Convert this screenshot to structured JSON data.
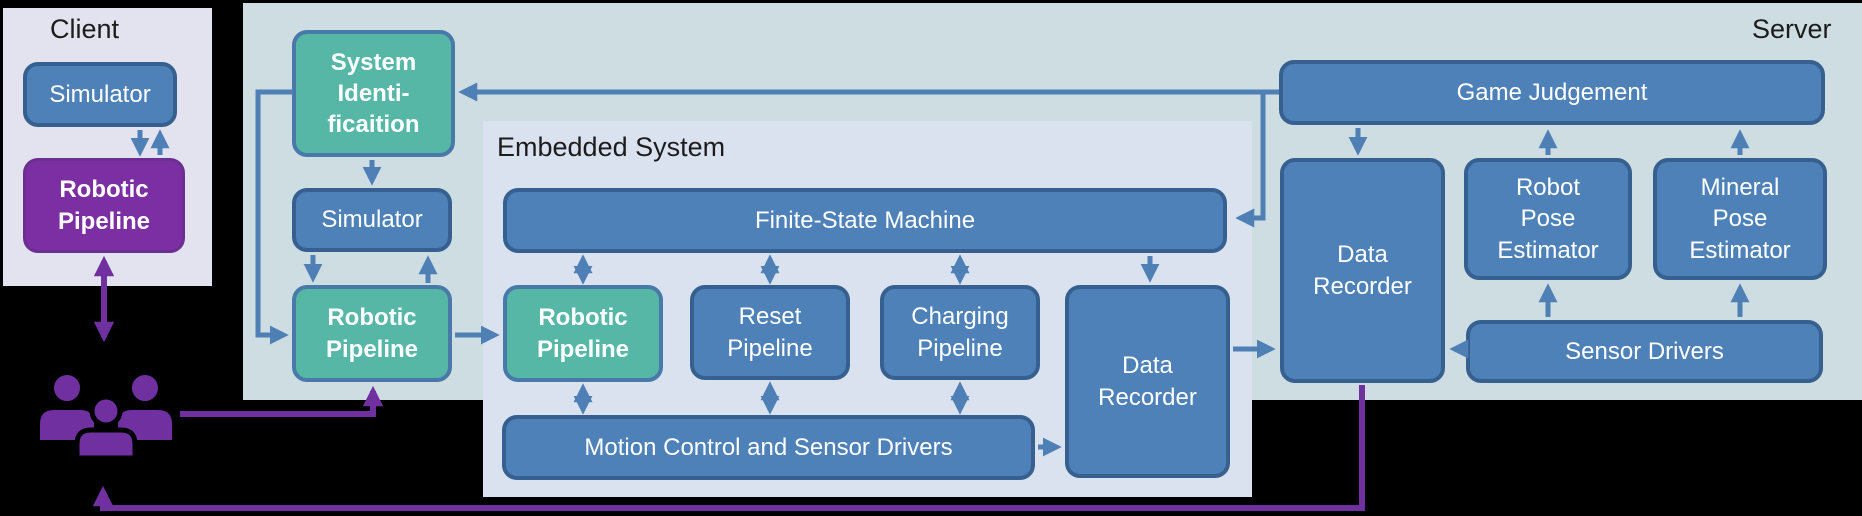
{
  "regions": {
    "client": {
      "label": "Client"
    },
    "server": {
      "label": "Server"
    },
    "embedded": {
      "label": "Embedded System"
    }
  },
  "nodes": {
    "client_simulator": {
      "label": "Simulator",
      "style": "blue"
    },
    "client_robotic_pipeline": {
      "label": "Robotic\nPipeline",
      "style": "purple"
    },
    "system_identification": {
      "label": "System\nIdenti-\nficaition",
      "style": "teal"
    },
    "server_simulator": {
      "label": "Simulator",
      "style": "blue"
    },
    "server_robotic_pipeline": {
      "label": "Robotic\nPipeline",
      "style": "teal"
    },
    "finite_state_machine": {
      "label": "Finite-State Machine",
      "style": "blue"
    },
    "embedded_robotic_pipeline": {
      "label": "Robotic\nPipeline",
      "style": "teal"
    },
    "reset_pipeline": {
      "label": "Reset\nPipeline",
      "style": "blue"
    },
    "charging_pipeline": {
      "label": "Charging\nPipeline",
      "style": "blue"
    },
    "motion_control": {
      "label": "Motion Control and Sensor Drivers",
      "style": "blue"
    },
    "embedded_data_recorder": {
      "label": "Data\nRecorder",
      "style": "blue"
    },
    "server_data_recorder": {
      "label": "Data\nRecorder",
      "style": "blue"
    },
    "game_judgement": {
      "label": "Game Judgement",
      "style": "blue"
    },
    "robot_pose_estimator": {
      "label": "Robot\nPose\nEstimator",
      "style": "blue"
    },
    "mineral_pose_estimator": {
      "label": "Mineral\nPose\nEstimator",
      "style": "blue"
    },
    "sensor_drivers": {
      "label": "Sensor Drivers",
      "style": "blue"
    }
  },
  "icons": {
    "operators": "people-group-icon"
  },
  "edges": [
    {
      "from": "client_simulator",
      "to": "client_robotic_pipeline",
      "color": "blue",
      "bidirectional": true
    },
    {
      "from": "client_robotic_pipeline",
      "to": "operators",
      "color": "purple",
      "bidirectional": true
    },
    {
      "from": "game_judgement",
      "to": "system_identification",
      "color": "blue"
    },
    {
      "from": "game_judgement",
      "to": "finite_state_machine",
      "color": "blue"
    },
    {
      "from": "system_identification",
      "to": "server_simulator",
      "color": "blue"
    },
    {
      "from": "system_identification",
      "to": "server_robotic_pipeline",
      "color": "blue"
    },
    {
      "from": "server_simulator",
      "to": "server_robotic_pipeline",
      "color": "blue",
      "bidirectional": true
    },
    {
      "from": "server_robotic_pipeline",
      "to": "embedded_robotic_pipeline",
      "color": "blue"
    },
    {
      "from": "finite_state_machine",
      "to": "embedded_robotic_pipeline",
      "color": "blue",
      "bidirectional": true
    },
    {
      "from": "finite_state_machine",
      "to": "reset_pipeline",
      "color": "blue",
      "bidirectional": true
    },
    {
      "from": "finite_state_machine",
      "to": "charging_pipeline",
      "color": "blue",
      "bidirectional": true
    },
    {
      "from": "finite_state_machine",
      "to": "embedded_data_recorder",
      "color": "blue"
    },
    {
      "from": "embedded_robotic_pipeline",
      "to": "motion_control",
      "color": "blue",
      "bidirectional": true
    },
    {
      "from": "reset_pipeline",
      "to": "motion_control",
      "color": "blue",
      "bidirectional": true
    },
    {
      "from": "charging_pipeline",
      "to": "motion_control",
      "color": "blue",
      "bidirectional": true
    },
    {
      "from": "motion_control",
      "to": "embedded_data_recorder",
      "color": "blue"
    },
    {
      "from": "embedded_data_recorder",
      "to": "server_data_recorder",
      "color": "blue"
    },
    {
      "from": "game_judgement",
      "to": "server_data_recorder",
      "color": "blue"
    },
    {
      "from": "robot_pose_estimator",
      "to": "game_judgement",
      "color": "blue"
    },
    {
      "from": "mineral_pose_estimator",
      "to": "game_judgement",
      "color": "blue"
    },
    {
      "from": "sensor_drivers",
      "to": "robot_pose_estimator",
      "color": "blue"
    },
    {
      "from": "sensor_drivers",
      "to": "mineral_pose_estimator",
      "color": "blue"
    },
    {
      "from": "sensor_drivers",
      "to": "server_data_recorder",
      "color": "blue"
    },
    {
      "from": "operators",
      "to": "server_robotic_pipeline",
      "color": "purple"
    },
    {
      "from": "server_data_recorder",
      "to": "operators",
      "color": "purple"
    }
  ],
  "colors": {
    "background": "#000000",
    "client_panel": "#E2E3EE",
    "server_panel": "#CDDDE2",
    "embedded_panel": "#DBE2EF",
    "blue_node_fill": "#4E81B8",
    "blue_node_border": "#36608F",
    "teal_node_fill": "#56B7A6",
    "teal_node_border": "#4879A8",
    "purple_node_fill": "#7B2FA3",
    "blue_arrow": "#4E7FB5",
    "purple_arrow": "#7030A0",
    "label_text": "#1C1C1C",
    "node_text": "#FFFFFF"
  }
}
